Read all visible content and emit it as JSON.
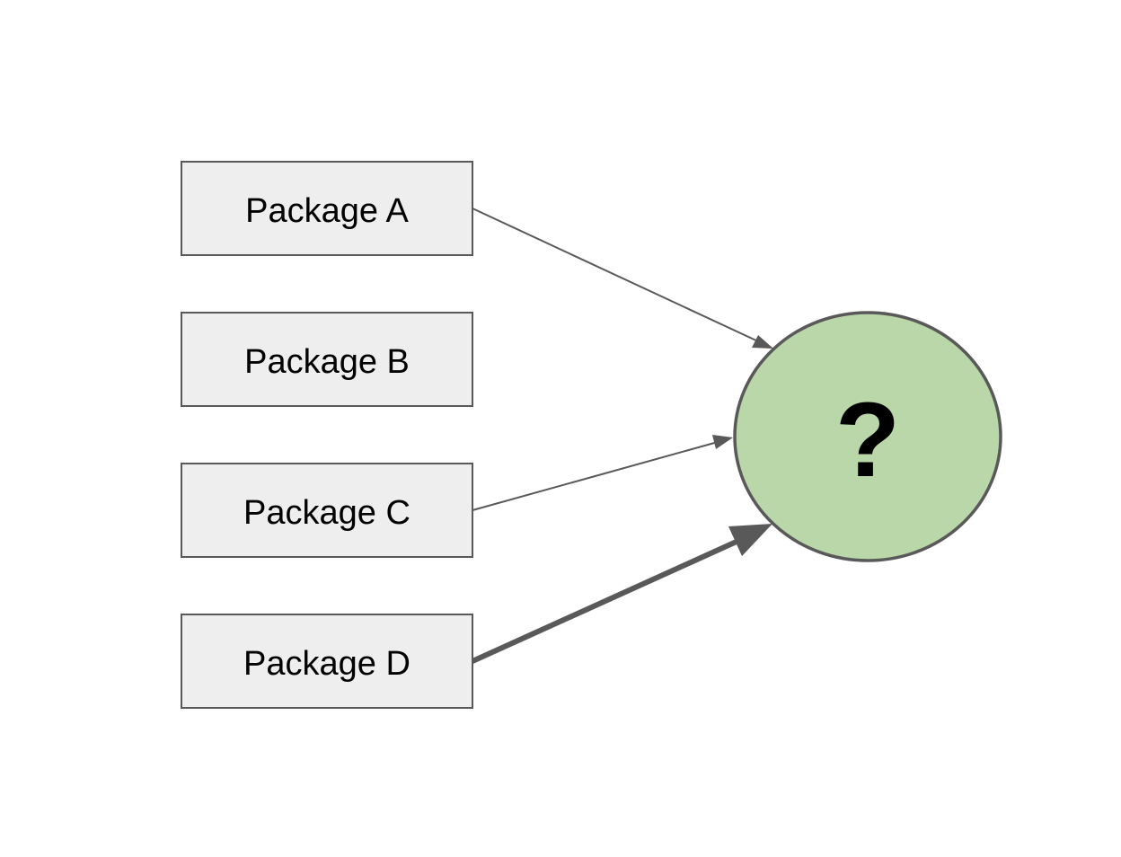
{
  "packages": [
    {
      "label": "Package A"
    },
    {
      "label": "Package B"
    },
    {
      "label": "Package C"
    },
    {
      "label": "Package D"
    }
  ],
  "target": {
    "label": "?"
  },
  "edges": [
    {
      "from": "Package A",
      "to": "?",
      "weight": "thin"
    },
    {
      "from": "Package C",
      "to": "?",
      "weight": "thin"
    },
    {
      "from": "Package D",
      "to": "?",
      "weight": "thick"
    }
  ],
  "colors": {
    "box_fill": "#eeeeee",
    "box_stroke": "#595959",
    "circle_fill": "#b9d7a8",
    "arrow": "#595959"
  }
}
